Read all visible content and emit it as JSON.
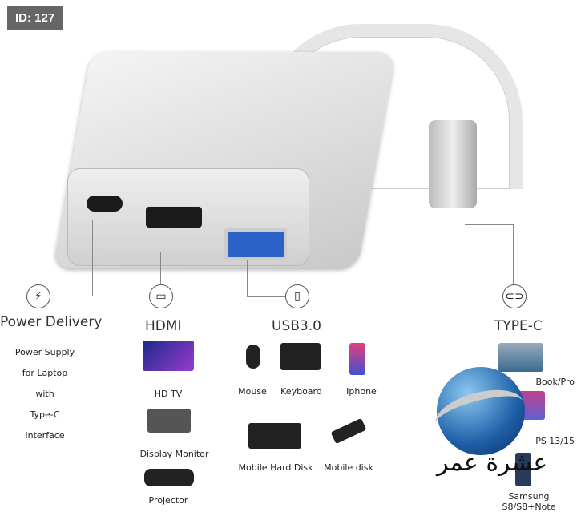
{
  "badge": "ID: 127",
  "sections": {
    "power": {
      "title": "Power Delivery",
      "lines": [
        "Power Supply",
        "for  Laptop",
        "with",
        "Type-C",
        "Interface"
      ]
    },
    "hdmi": {
      "title": "HDMI",
      "devices": [
        "HD TV",
        "Display Monitor",
        "Projector"
      ]
    },
    "usb": {
      "title": "USB3.0",
      "devices": [
        "Mouse",
        "Keyboard",
        "Iphone",
        "Mobile Hard Disk",
        "Mobile disk"
      ]
    },
    "typec": {
      "title": "TYPE-C",
      "devices": [
        "Book/Pro",
        "PS 13/15",
        "Samsung S8/S8+Note"
      ]
    }
  },
  "watermark": "عشرة عمر"
}
